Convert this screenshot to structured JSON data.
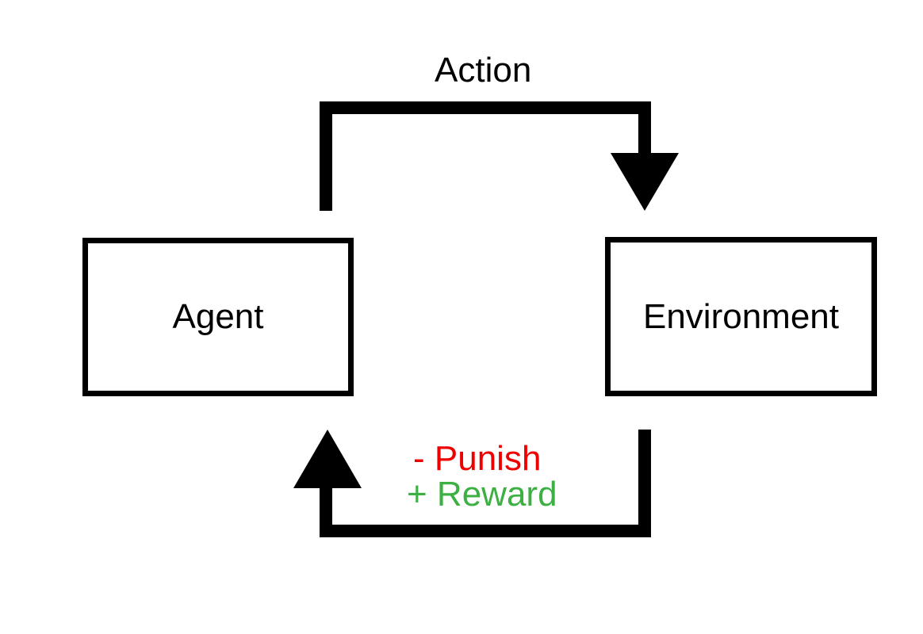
{
  "diagram": {
    "nodes": {
      "agent": "Agent",
      "environment": "Environment"
    },
    "edges": {
      "action": {
        "label": "Action",
        "from": "agent",
        "to": "environment"
      },
      "feedback": {
        "punish_label": "- Punish",
        "reward_label": "+ Reward",
        "from": "environment",
        "to": "agent"
      }
    },
    "colors": {
      "stroke": "#000000",
      "punish": "#ee0000",
      "reward": "#3cb043"
    }
  }
}
